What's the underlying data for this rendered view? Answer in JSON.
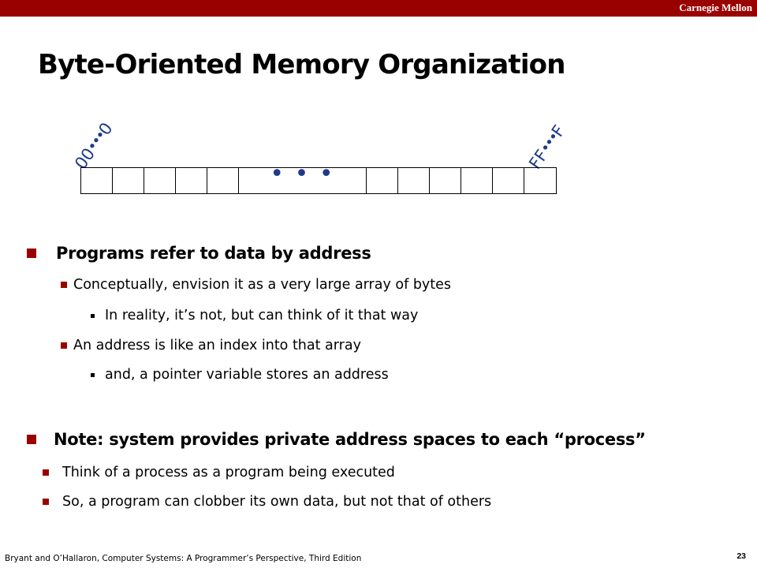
{
  "header": {
    "brand": "Carnegie Mellon",
    "bar_color": "#990000"
  },
  "slide": {
    "title": "Byte-Oriented Memory Organization",
    "number": "23"
  },
  "diagram": {
    "start_address": {
      "prefix": "00",
      "dots": "•••",
      "suffix": "0"
    },
    "end_address": {
      "prefix": "FF",
      "dots": "•••",
      "suffix": "F"
    },
    "middle_ellipsis": "• • •",
    "left_cells": 5,
    "right_cells": 6,
    "label_color": "#1f3a8a"
  },
  "bullets": {
    "b1": {
      "text": "Programs refer to data by address",
      "sub1": "Conceptually, envision it as a very large array of bytes",
      "sub1_detail": "In reality, it’s not, but can think of it that way",
      "sub2": "An address is like an index into that array",
      "sub2_detail": "and, a pointer variable stores an address"
    },
    "b2": {
      "text": "Note: system provides private address spaces to each “process”",
      "sub1": "Think of a process as a program being executed",
      "sub2": "So, a program can clobber its own data, but not that of others"
    }
  },
  "footer": {
    "citation": "Bryant and O’Hallaron, Computer Systems: A Programmer’s Perspective, Third Edition"
  }
}
